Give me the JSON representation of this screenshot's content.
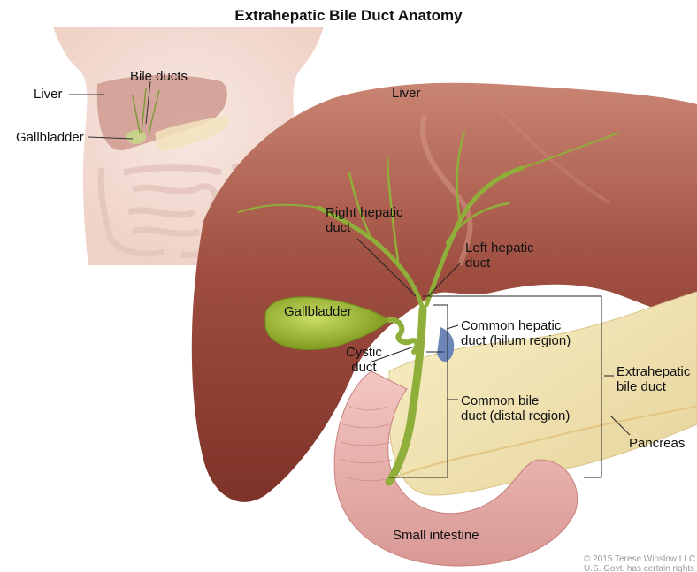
{
  "title": "Extrahepatic Bile Duct Anatomy",
  "inset": {
    "liver": "Liver",
    "bile_ducts": "Bile ducts",
    "gallbladder": "Gallbladder"
  },
  "main": {
    "liver": "Liver",
    "right_hepatic_duct": [
      "Right hepatic",
      "duct"
    ],
    "left_hepatic_duct": [
      "Left hepatic",
      "duct"
    ],
    "gallbladder": "Gallbladder",
    "cystic_duct": [
      "Cystic",
      "duct"
    ],
    "common_hepatic_duct": [
      "Common hepatic",
      "duct (hilum region)"
    ],
    "common_bile_duct": [
      "Common bile",
      "duct (distal region)"
    ],
    "extrahepatic_bile_duct": [
      "Extrahepatic",
      "bile duct"
    ],
    "pancreas": "Pancreas",
    "small_intestine": "Small intestine"
  },
  "copyright": [
    "© 2015 Terese Winslow LLC",
    "U.S. Govt. has certain rights"
  ],
  "colors": {
    "skin": "#f3d9cf",
    "liver": "#9a4a3c",
    "liver_light": "#b96a58",
    "gallbladder": "#9fbc3a",
    "duct": "#8fae3a",
    "pancreas": "#f2e6b4",
    "intestine": "#e7b7b4"
  }
}
